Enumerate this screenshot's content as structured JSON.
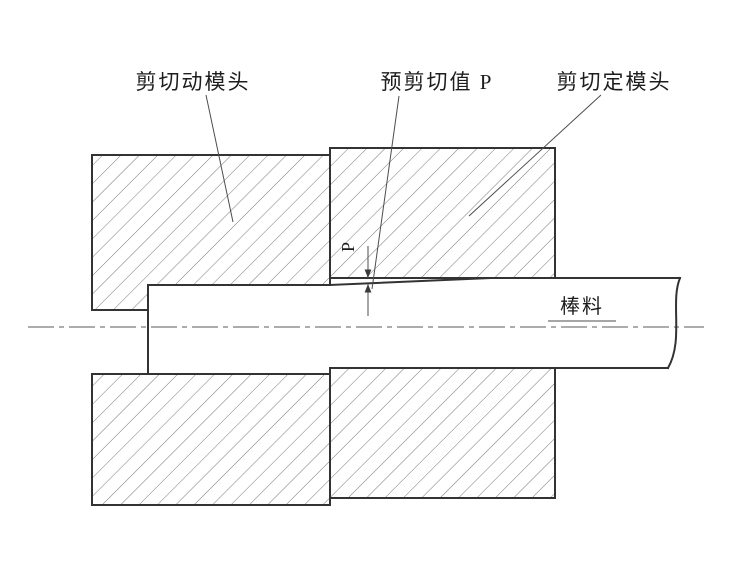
{
  "diagram": {
    "type": "engineering-section-drawing",
    "labels": {
      "moving_die": "剪切动模头",
      "preshear_value": "预剪切值 P",
      "fixed_die": "剪切定模头",
      "bar_stock": "棒料",
      "dimension_p": "P"
    },
    "colors": {
      "background": "#ffffff",
      "outline": "#333333",
      "thin_line": "#4d4d4d",
      "hatch_line": "#787878",
      "centerline": "#5a5a5a"
    }
  }
}
